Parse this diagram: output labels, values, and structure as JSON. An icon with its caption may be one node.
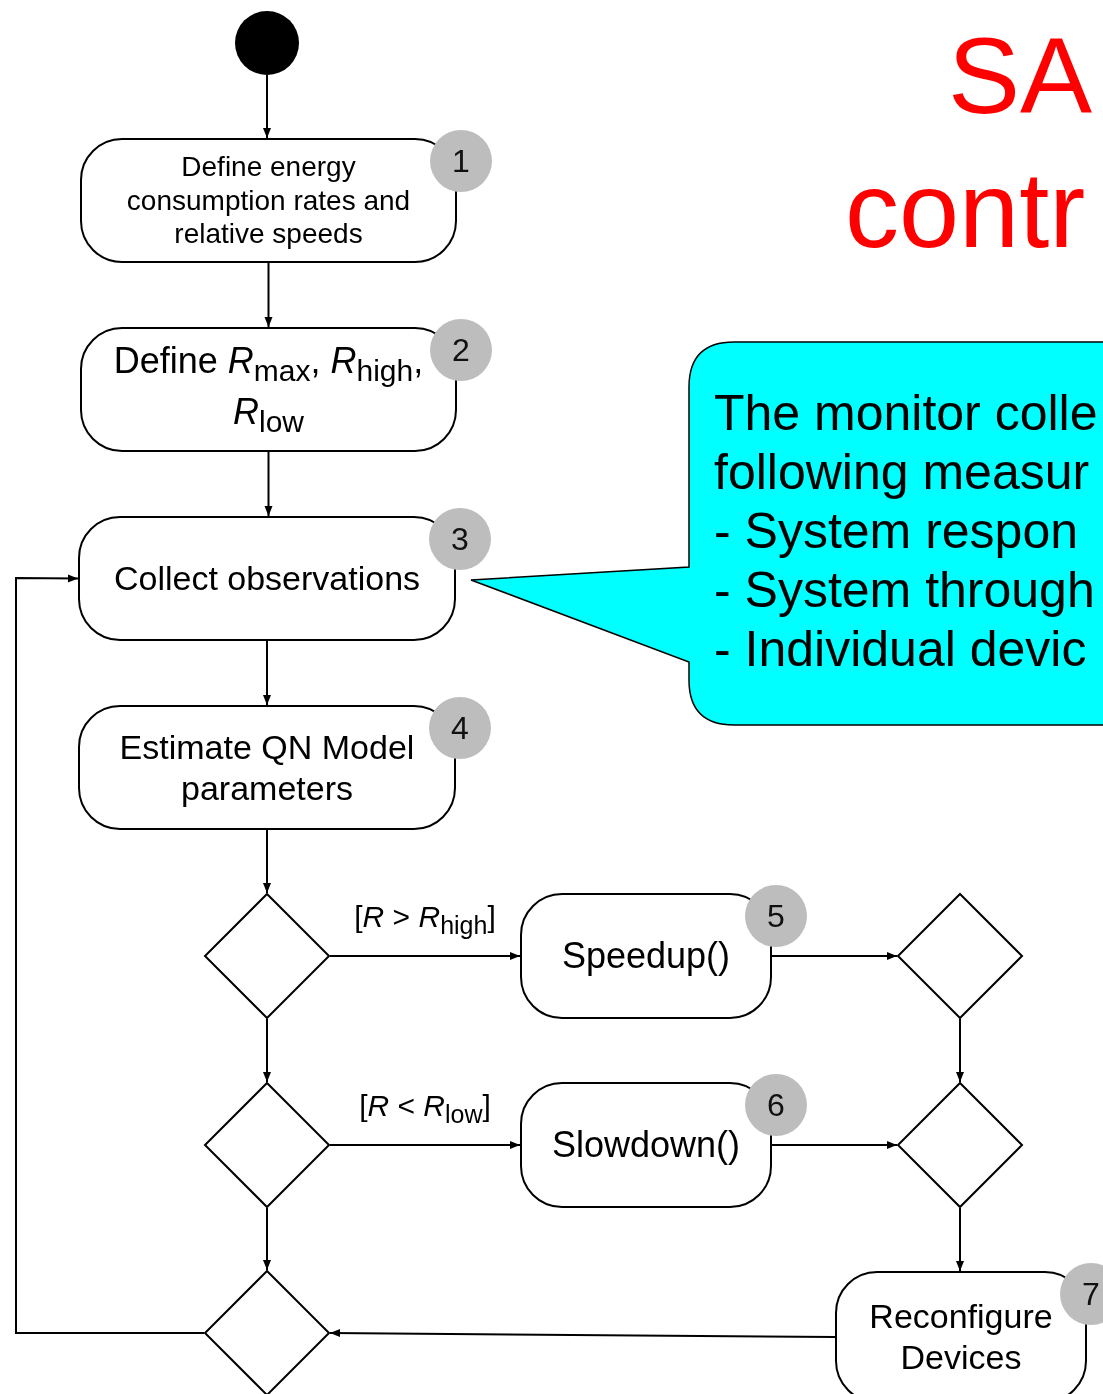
{
  "diagram": {
    "nodes": [
      {
        "text": [],
        "shape": "circle"
      },
      {
        "text": [
          "Define energy consumption rates and relative speeds"
        ],
        "beside": [
          "1"
        ]
      },
      {
        "text": [
          "Define *R*$_{max}$, *R*$_{high}$, *R*$_{low}$"
        ],
        "beside": [
          "2"
        ]
      },
      {
        "text": [
          "Collect observations"
        ],
        "beside": [
          "3"
        ]
      },
      {
        "text": [
          "Estimate QN Model parameters"
        ],
        "beside": [
          "4"
        ]
      },
      {
        "text": [],
        "shape": "diamond"
      },
      {
        "text": [
          "Speedup()"
        ],
        "beside": [
          "5"
        ]
      },
      {
        "text": [],
        "shape": "diamond"
      },
      {
        "text": [],
        "shape": "diamond"
      },
      {
        "text": [
          "Slowdown()"
        ],
        "beside": [
          "6"
        ]
      },
      {
        "text": [],
        "shape": "diamond"
      },
      {
        "text": [],
        "shape": "diamond"
      },
      {
        "text": [
          "Reconfigure Devices"
        ],
        "beside": [
          "7"
        ]
      },
      {
        "text": [
          "The monitor colle",
          "following measur",
          "- System respon",
          "- System through",
          "- Individual devic"
        ]
      }
    ],
    "edges": [
      {
        "from": 0,
        "to": 1,
        "arrow": "to"
      },
      {
        "from": 1,
        "to": 2,
        "arrow": "to"
      },
      {
        "from": 2,
        "to": 3,
        "arrow": "to"
      },
      {
        "from": 3,
        "to": 4,
        "arrow": "to"
      },
      {
        "from": 4,
        "to": 5,
        "arrow": "to"
      },
      {
        "from": 5,
        "to": 6,
        "arrow": "to",
        "label": "[*R* > *R*$_{high}$]"
      },
      {
        "from": 6,
        "to": 7,
        "arrow": "to"
      },
      {
        "from": 5,
        "to": 8,
        "arrow": "to"
      },
      {
        "from": 8,
        "to": 9,
        "arrow": "to",
        "label": "[*R* < *R*$_{low}$]"
      },
      {
        "from": 9,
        "to": 10,
        "arrow": "to"
      },
      {
        "from": 7,
        "to": 10,
        "arrow": "to"
      },
      {
        "from": 8,
        "to": 11,
        "arrow": "to"
      },
      {
        "from": 10,
        "to": 12,
        "arrow": "to"
      },
      {
        "from": 12,
        "to": 11,
        "arrow": "to"
      },
      {
        "from": 11,
        "to": 3,
        "arrow": "to"
      }
    ],
    "labels": [
      "SA",
      "contr"
    ]
  }
}
